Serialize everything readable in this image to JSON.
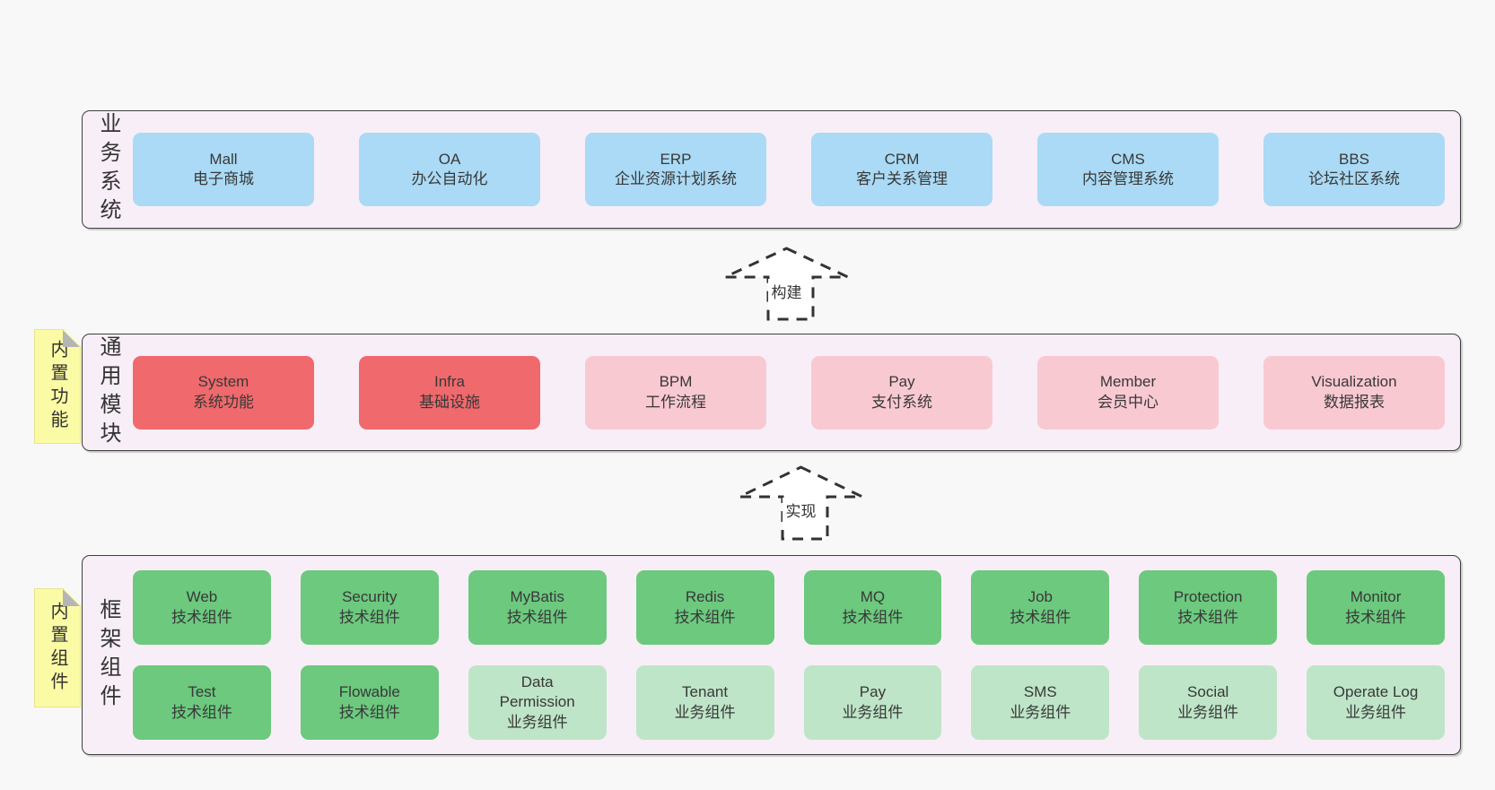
{
  "colors": {
    "page_bg": "#f8f8f8",
    "band_bg": "#f8eef7",
    "band_border": "#3f3f3f",
    "text": "#333333",
    "box_blue": "#aadaf5",
    "box_red": "#f0696c",
    "box_pink": "#f9c9d2",
    "box_green": "#6cc97e",
    "box_green_light": "#bee5c7",
    "sticky_bg": "#fbfba5",
    "sticky_fold": "#b5b5b5"
  },
  "bands": [
    {
      "label": "业务系统",
      "boxes": [
        {
          "title": "Mall",
          "subtitle": "电子商城",
          "variant": "blue"
        },
        {
          "title": "OA",
          "subtitle": "办公自动化",
          "variant": "blue"
        },
        {
          "title": "ERP",
          "subtitle": "企业资源计划系统",
          "variant": "blue"
        },
        {
          "title": "CRM",
          "subtitle": "客户关系管理",
          "variant": "blue"
        },
        {
          "title": "CMS",
          "subtitle": "内容管理系统",
          "variant": "blue"
        },
        {
          "title": "BBS",
          "subtitle": "论坛社区系统",
          "variant": "blue"
        }
      ]
    },
    {
      "label": "通用模块",
      "sticky": "内置功能",
      "boxes": [
        {
          "title": "System",
          "subtitle": "系统功能",
          "variant": "red"
        },
        {
          "title": "Infra",
          "subtitle": "基础设施",
          "variant": "red"
        },
        {
          "title": "BPM",
          "subtitle": "工作流程",
          "variant": "pink"
        },
        {
          "title": "Pay",
          "subtitle": "支付系统",
          "variant": "pink"
        },
        {
          "title": "Member",
          "subtitle": "会员中心",
          "variant": "pink"
        },
        {
          "title": "Visualization",
          "subtitle": "数据报表",
          "variant": "pink"
        }
      ]
    },
    {
      "label": "框架组件",
      "sticky": "内置组件",
      "rows": [
        [
          {
            "title": "Web",
            "subtitle": "技术组件",
            "variant": "green"
          },
          {
            "title": "Security",
            "subtitle": "技术组件",
            "variant": "green"
          },
          {
            "title": "MyBatis",
            "subtitle": "技术组件",
            "variant": "green"
          },
          {
            "title": "Redis",
            "subtitle": "技术组件",
            "variant": "green"
          },
          {
            "title": "MQ",
            "subtitle": "技术组件",
            "variant": "green"
          },
          {
            "title": "Job",
            "subtitle": "技术组件",
            "variant": "green"
          },
          {
            "title": "Protection",
            "subtitle": "技术组件",
            "variant": "green"
          },
          {
            "title": "Monitor",
            "subtitle": "技术组件",
            "variant": "green"
          }
        ],
        [
          {
            "title": "Test",
            "subtitle": "技术组件",
            "variant": "green"
          },
          {
            "title": "Flowable",
            "subtitle": "技术组件",
            "variant": "green"
          },
          {
            "title": "Data Permission",
            "subtitle": "业务组件",
            "variant": "green-light"
          },
          {
            "title": "Tenant",
            "subtitle": "业务组件",
            "variant": "green-light"
          },
          {
            "title": "Pay",
            "subtitle": "业务组件",
            "variant": "green-light"
          },
          {
            "title": "SMS",
            "subtitle": "业务组件",
            "variant": "green-light"
          },
          {
            "title": "Social",
            "subtitle": "业务组件",
            "variant": "green-light"
          },
          {
            "title": "Operate Log",
            "subtitle": "业务组件",
            "variant": "green-light"
          }
        ]
      ]
    }
  ],
  "arrows": [
    {
      "label": "构建"
    },
    {
      "label": "实现"
    }
  ]
}
